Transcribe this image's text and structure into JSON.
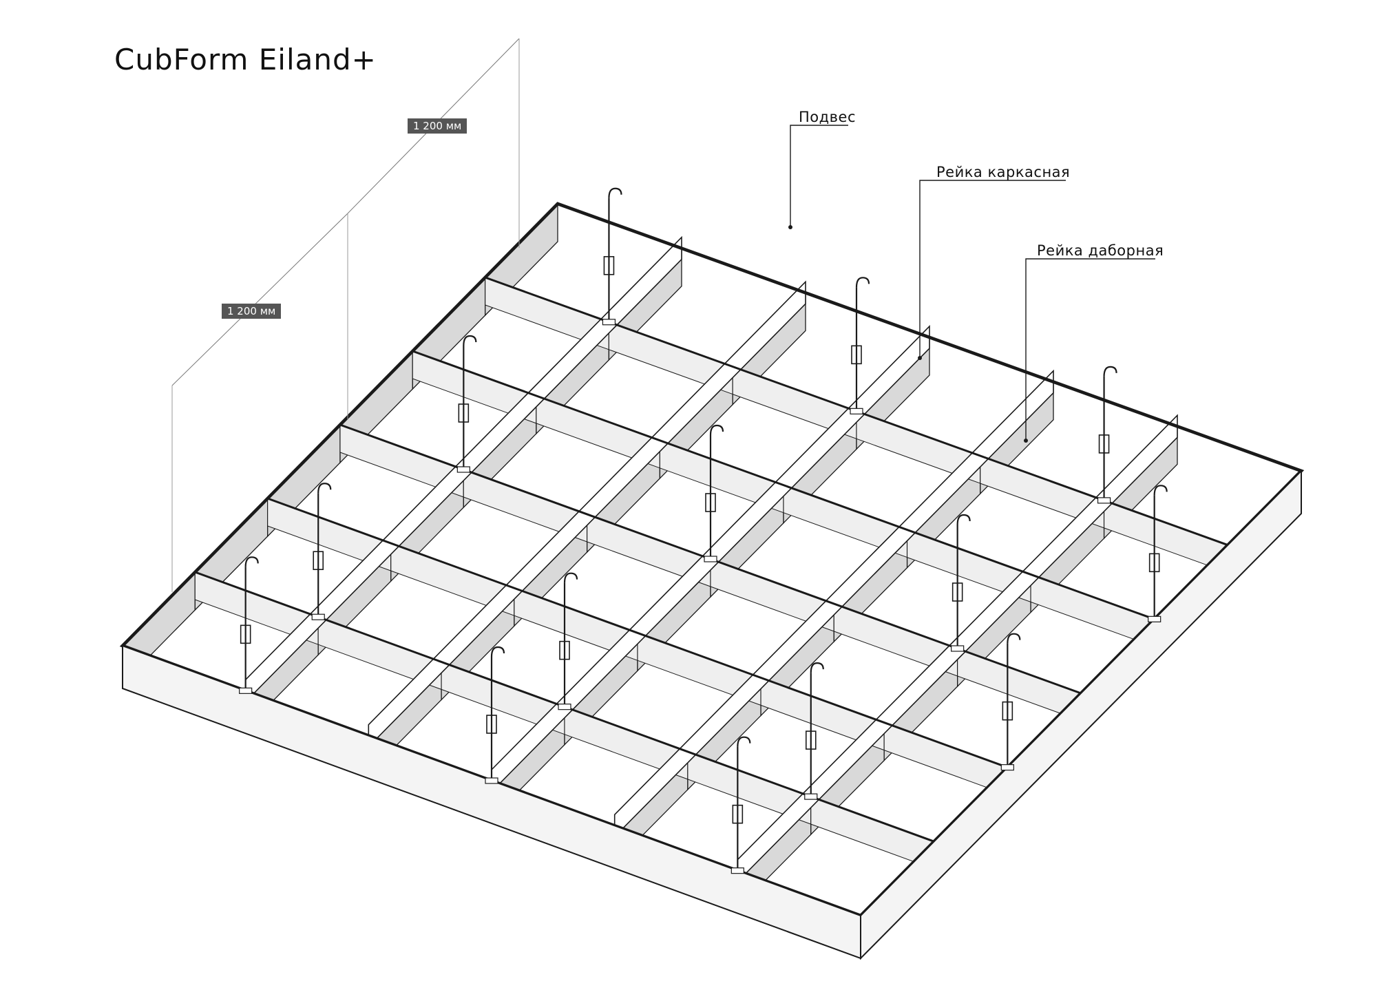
{
  "title": "CubForm Eiland+",
  "dimensions": {
    "top": "1 200 мм",
    "left": "1 200 мм"
  },
  "callouts": {
    "hanger": "Подвес",
    "frame_rail": "Рейка каркасная",
    "fill_rail": "Рейка даборная"
  },
  "colors": {
    "line": "#1a1a1a",
    "panel_face": "#d9d9d9",
    "panel_light": "#efefef",
    "frame_side": "#f4f4f4",
    "dimension_bg": "#555555"
  }
}
